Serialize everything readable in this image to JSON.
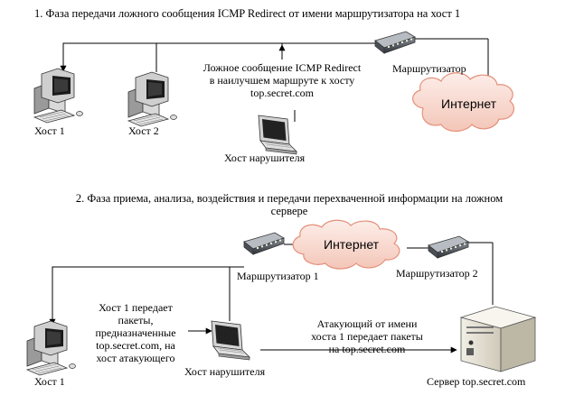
{
  "phase1": {
    "title": "1. Фаза передачи ложного сообщения ICMP Redirect от имени маршрутизатора на хост 1",
    "redirect_line1": "Ложное сообщение ICMP Redirect",
    "redirect_line2": "в наилучшем маршруте к хосту",
    "redirect_line3": "top.secret.com",
    "router_label": "Маршрутизатор",
    "internet_label": "Интернет",
    "host1_label": "Хост 1",
    "host2_label": "Хост 2",
    "attacker_label": "Хост нарушителя"
  },
  "phase2": {
    "title_line1": "2. Фаза приема, анализа, воздействия и передачи перехваченной информации на ложном",
    "title_line2": "сервере",
    "internet_label": "Интернет",
    "router1_label": "Маршрутизатор 1",
    "router2_label": "Маршрутизатор 2",
    "host1_text_line1": "Хост 1 передает",
    "host1_text_line2": "пакеты,",
    "host1_text_line3": "предназначенные",
    "host1_text_line4": "top.secret.com, на",
    "host1_text_line5": "хост атакующего",
    "attack_text_line1": "Атакующий от имени",
    "attack_text_line2": "хоста 1 передает пакеты",
    "attack_text_line3": "на top.secret.com",
    "host1_label": "Хост 1",
    "attacker_label": "Хост нарушителя",
    "server_label": "Сервер top.secret.com"
  }
}
